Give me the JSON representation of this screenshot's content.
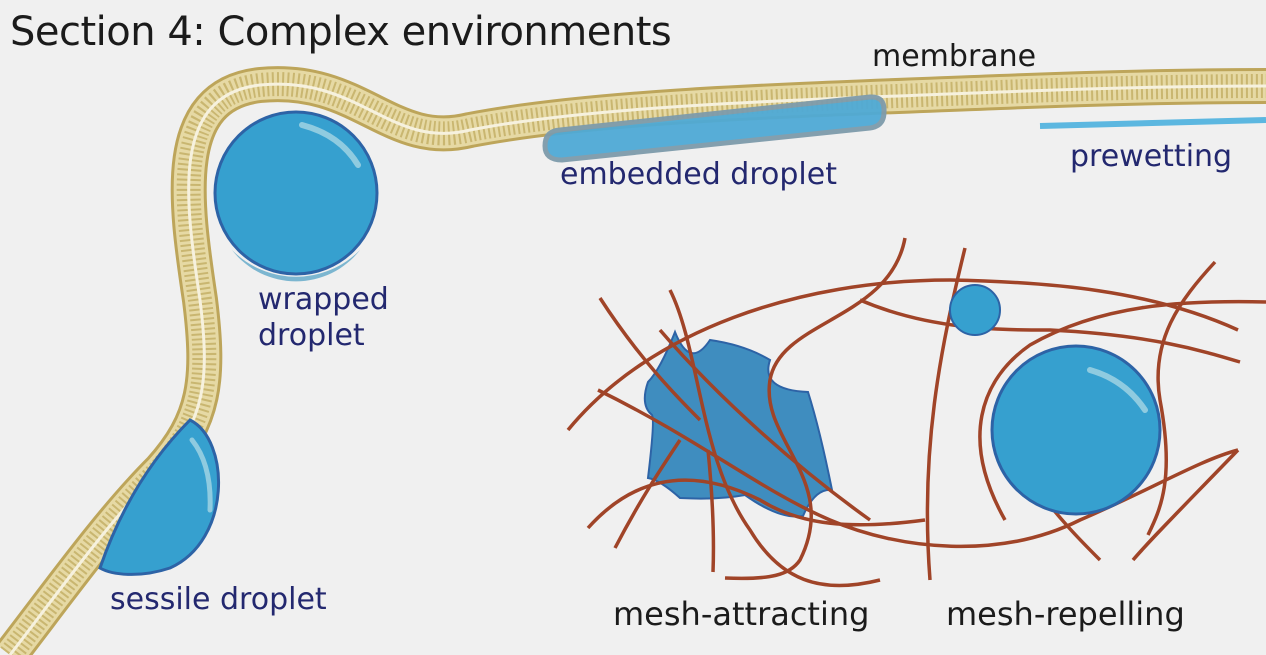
{
  "title": "Section 4: Complex environments",
  "labels": {
    "membrane": "membrane",
    "embedded_droplet": "embedded droplet",
    "prewetting": "prewetting",
    "wrapped_droplet_line1": "wrapped",
    "wrapped_droplet_line2": "droplet",
    "sessile_droplet": "sessile droplet",
    "mesh_attracting": "mesh-attracting",
    "mesh_repelling": "mesh-repelling"
  },
  "colors": {
    "background": "#f0f0f0",
    "membrane_fill": "#e3d59c",
    "membrane_heads": "#bda55a",
    "droplet": "#36a0cf",
    "droplet_edge": "#2d63a6",
    "mesh_fiber": "#a04428",
    "mesh_droplet": "#3f8dbf",
    "title_text": "#1b1b1b",
    "label_text": "#23286f"
  }
}
